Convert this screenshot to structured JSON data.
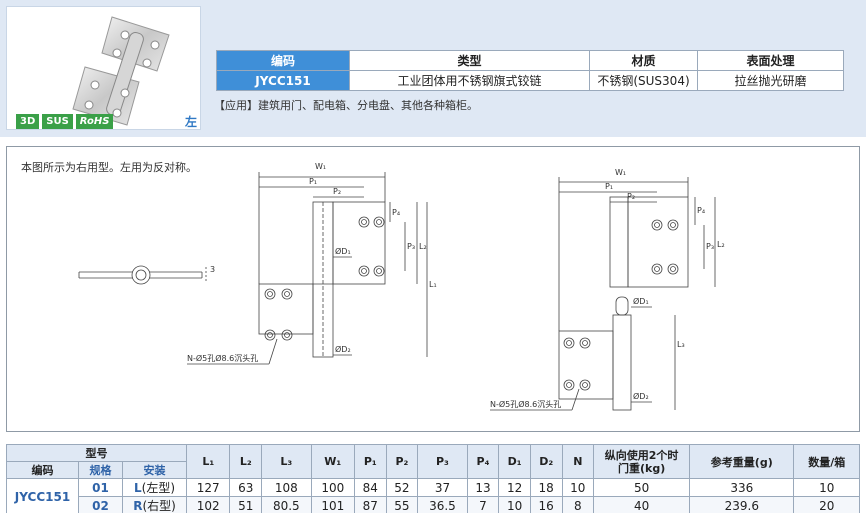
{
  "colors": {
    "accent": "#3f8fd8",
    "band": "#dfe8f4",
    "badge_green": "#3aa048",
    "label_blue": "#2f63a8"
  },
  "product": {
    "badges": [
      "3D",
      "SUS",
      "RoHS"
    ],
    "side_label": "左"
  },
  "spec": {
    "headers": [
      "编码",
      "类型",
      "材质",
      "表面处理"
    ],
    "row": [
      "JYCC151",
      "工业团体用不锈钢旗式铰链",
      "不锈钢(SUS304)",
      "拉丝抛光研磨"
    ],
    "application": "【应用】建筑用门、配电箱、分电盘、其他各种箱柜。"
  },
  "drawing": {
    "note": "本图所示为右用型。左用为反对称。",
    "labels": {
      "W1": "W₁",
      "P1": "P₁",
      "P2": "P₂",
      "P3": "P₃",
      "P4": "P₄",
      "L1": "L₁",
      "L2": "L₂",
      "L3": "L₃",
      "D1": "ØD₁",
      "D2": "ØD₂",
      "t": "3",
      "holes": "N-Ø5孔Ø8.6沉头孔"
    }
  },
  "table": {
    "group_header": "型号",
    "sub_headers": [
      "编码",
      "规格",
      "安装"
    ],
    "headers": [
      "L₁",
      "L₂",
      "L₃",
      "W₁",
      "P₁",
      "P₂",
      "P₃",
      "P₄",
      "D₁",
      "D₂",
      "N",
      "纵向使用2个时\n门重(kg)",
      "参考重量(g)",
      "数量/箱"
    ],
    "model": "JYCC151",
    "rows": [
      {
        "size": "01",
        "install_code": "L",
        "install_text": "(左型)",
        "values": [
          "127",
          "63",
          "108",
          "100",
          "84",
          "52",
          "37",
          "13",
          "12",
          "18",
          "10",
          "50",
          "336",
          "10"
        ]
      },
      {
        "size": "02",
        "install_code": "R",
        "install_text": "(右型)",
        "values": [
          "102",
          "51",
          "80.5",
          "101",
          "87",
          "55",
          "36.5",
          "7",
          "10",
          "16",
          "8",
          "40",
          "239.6",
          "20"
        ]
      }
    ]
  }
}
